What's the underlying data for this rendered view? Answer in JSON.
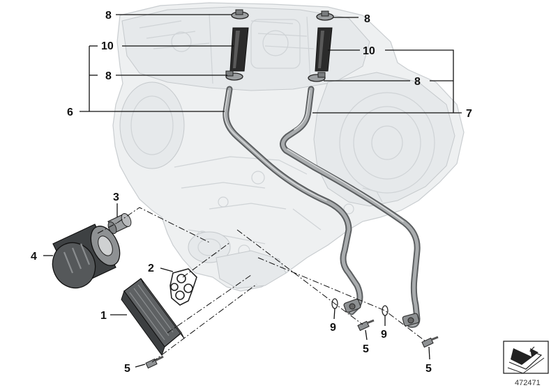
{
  "diagram": {
    "reference_number": "472471",
    "callouts": [
      {
        "id": "callout-8-top-left",
        "text": "8"
      },
      {
        "id": "callout-8-top-right",
        "text": "8"
      },
      {
        "id": "callout-10-left",
        "text": "10"
      },
      {
        "id": "callout-10-right",
        "text": "10"
      },
      {
        "id": "callout-8-mid-left",
        "text": "8"
      },
      {
        "id": "callout-8-mid-right",
        "text": "8"
      },
      {
        "id": "callout-6",
        "text": "6"
      },
      {
        "id": "callout-7",
        "text": "7"
      },
      {
        "id": "callout-3",
        "text": "3"
      },
      {
        "id": "callout-4",
        "text": "4"
      },
      {
        "id": "callout-2",
        "text": "2"
      },
      {
        "id": "callout-1",
        "text": "1"
      },
      {
        "id": "callout-9-left",
        "text": "9"
      },
      {
        "id": "callout-9-right",
        "text": "9"
      },
      {
        "id": "callout-5-left",
        "text": "5"
      },
      {
        "id": "callout-5-mid",
        "text": "5"
      },
      {
        "id": "callout-5-right",
        "text": "5"
      }
    ],
    "colors": {
      "engine_fill": "#eef0f1",
      "engine_stroke": "#c9cdd0",
      "hose": "#2b2b2b",
      "pipe": "#8f9294",
      "leader": "#111111"
    },
    "icons": [
      "folder-arrow-icon"
    ]
  }
}
